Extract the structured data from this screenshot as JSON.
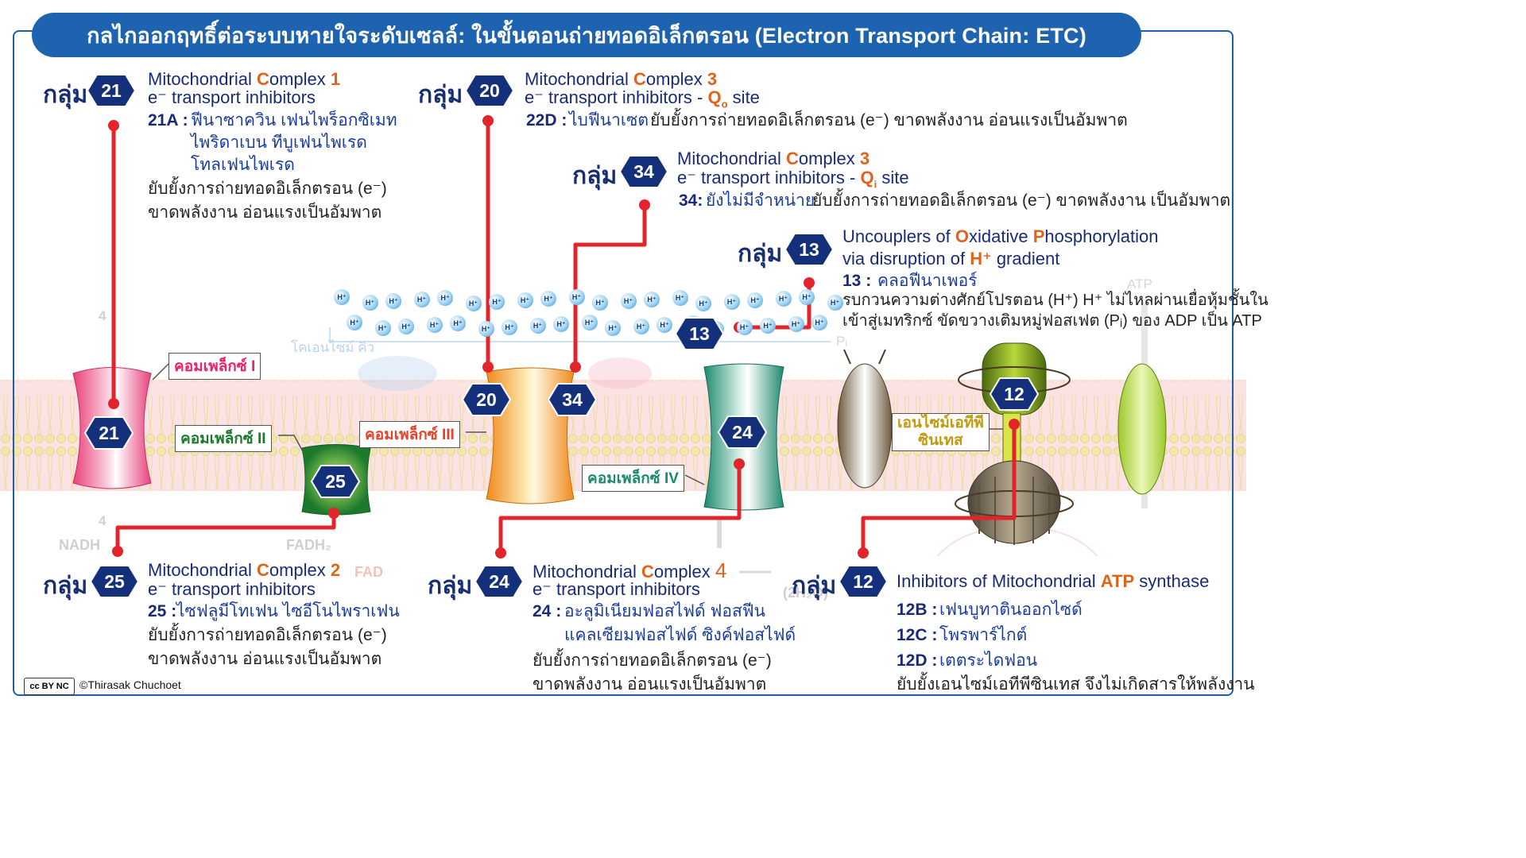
{
  "title": "กลไกออกฤทธิ์ต่อระบบหายใจระดับเซลล์: ในขั้นตอนถ่ายทอดอิเล็กตรอน (Electron Transport Chain: ETC)",
  "group_word": "กลุ่ม",
  "groups": {
    "g21": {
      "number": "21",
      "name_pre": "Mitochondrial ",
      "name_c": "C",
      "name_mid": "omplex ",
      "name_num": "1",
      "sub": "e⁻ transport inhibitors",
      "code": "21A :",
      "chem1": "ฟีนาซาควิน เฟนไพร็อกซิเมท",
      "chem2": "ไพริดาเบน ทีบูเฟนไพเรด",
      "chem3": "โทลเฟนไพเรด",
      "effect1": "ยับยั้งการถ่ายทอดอิเล็กตรอน (e⁻)",
      "effect2": "ขาดพลังงาน อ่อนแรงเป็นอัมพาต"
    },
    "g20": {
      "number": "20",
      "name_pre": "Mitochondrial ",
      "name_c": "C",
      "name_mid": "omplex ",
      "name_num": "3",
      "sub": "e⁻ transport inhibitors - ",
      "site_q": "Q",
      "site_sub": "o",
      "site_tail": " site",
      "code": "22D :",
      "chem": "ไบฟีนาเซต",
      "effect": "ยับยั้งการถ่ายทอดอิเล็กตรอน (e⁻) ขาดพลังงาน อ่อนแรงเป็นอัมพาต"
    },
    "g34": {
      "number": "34",
      "name_pre": "Mitochondrial ",
      "name_c": "C",
      "name_mid": "omplex ",
      "name_num": "3",
      "sub": "e⁻ transport inhibitors - ",
      "site_q": "Q",
      "site_sub": "i",
      "site_tail": " site",
      "code": "34:",
      "chem": "ยังไม่มีจำหน่าย",
      "effect": "ยับยั้งการถ่ายทอดอิเล็กตรอน (e⁻) ขาดพลังงาน เป็นอัมพาต"
    },
    "g13": {
      "number": "13",
      "l1a": "Uncouplers of ",
      "l1b": "O",
      "l1c": "xidative ",
      "l1d": "P",
      "l1e": "hosphorylation",
      "l2a": "via disruption of ",
      "l2b": "H⁺",
      "l2c": " gradient",
      "code": "13 :",
      "chem": "คลอฟีนาเพอร์",
      "effect1": "รบกวนความต่างศักย์โปรตอน (H⁺) H⁺ ไม่ไหลผ่านเยื่อหุ้มชั้นใน",
      "effect2": "เข้าสู่เมทริกซ์ ขัดขวางเติมหมู่ฟอสเฟต (Pᵢ) ของ ADP เป็น ATP"
    },
    "g25": {
      "number": "25",
      "name_pre": "Mitochondrial ",
      "name_c": "C",
      "name_mid": "omplex ",
      "name_num": "2",
      "sub": "e⁻ transport inhibitors",
      "code": "25 :",
      "chem": "ไซฟลูมีโทเฟน ไซอีโนไพราเฟน",
      "effect1": "ยับยั้งการถ่ายทอดอิเล็กตรอน (e⁻)",
      "effect2": "ขาดพลังงาน อ่อนแรงเป็นอัมพาต"
    },
    "g24": {
      "number": "24",
      "name_pre": "Mitochondrial ",
      "name_c": "C",
      "name_mid": "omplex ",
      "name_num": "4",
      "sub": "e⁻ transport inhibitors",
      "code": "24 :",
      "chem1": "อะลูมิเนียมฟอสไฟด์ ฟอสฟีน",
      "chem2": "แคลเซียมฟอสไฟด์ ซิงค์ฟอสไฟด์",
      "effect1": "ยับยั้งการถ่ายทอดอิเล็กตรอน (e⁻)",
      "effect2": "ขาดพลังงาน อ่อนแรงเป็นอัมพาต"
    },
    "g12": {
      "number": "12",
      "l1a": "Inhibitors of Mitochondrial ",
      "l1b": "ATP",
      "l1c": " synthase",
      "c1": "12B :",
      "chem1": "เฟนบูทาตินออกไซด์",
      "c2": "12C :",
      "chem2": "โพรพาร์ไกต์",
      "c3": "12D :",
      "chem3": "เตตระไดฟอน",
      "effect": "ยับยั้งเอนไซม์เอทีพีซินเทส จึงไม่เกิดสารให้พลังงาน"
    }
  },
  "complex_labels": {
    "c1": "คอมเพล็กซ์ I",
    "c2": "คอมเพล็กซ์ II",
    "c3": "คอมเพล็กซ์ III",
    "c4": "คอมเพล็กซ์ IV",
    "atp1": "เอนไซม์เอทีพี",
    "atp2": "ซินเทส"
  },
  "proton": "H⁺",
  "faint": {
    "coq": "โคเอนไซม์ คิว",
    "nadh": "NADH",
    "fadh": "FADH₂",
    "fad": "FAD",
    "h2o": "(2H₂O)",
    "atp": "ATP",
    "pi": "Pᵢ",
    "four": "4"
  },
  "credit": "©Thirasak Chuchoet",
  "cc_badge": "cc  BY  NC",
  "colors": {
    "title_bg": "#1e63b0",
    "hex": "#15307a",
    "red_line": "#e3242b",
    "accent": "#e2621a"
  }
}
